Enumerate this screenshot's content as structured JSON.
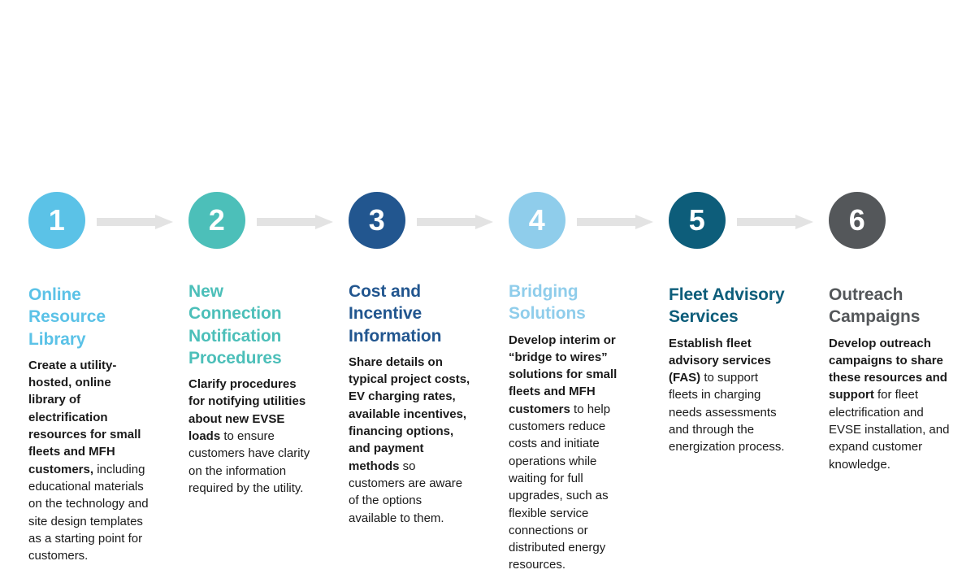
{
  "theme": {
    "background": "#ffffff",
    "body_text": "#1a1a1a",
    "arrow": "#e3e3e3"
  },
  "flow": {
    "arrow_icon": "arrow-right-icon",
    "steps": [
      {
        "number": "1",
        "color": "#5bc2e7",
        "heading": "Online Resource Library",
        "body_bold": "Create a utility-hosted, online library of electrification resources for small fleets and MFH customers,",
        "body_rest": " including educational materials on the technology and site design templates as a starting point for customers."
      },
      {
        "number": "2",
        "color": "#4cbfb9",
        "heading": "New Connection Notification Procedures",
        "body_bold": "Clarify procedures for notifying utilities about new EVSE  loads",
        "body_rest": " to ensure customers have clarity on the information required by the utility."
      },
      {
        "number": "3",
        "color": "#22568f",
        "heading": "Cost and Incentive Information",
        "body_bold": "Share details on typical project costs, EV charging rates, available incentives, financing options, and payment methods",
        "body_rest": " so customers are aware of the options available to them."
      },
      {
        "number": "4",
        "color": "#8fcdeb",
        "heading": "Bridging Solutions",
        "body_bold": "Develop interim or “bridge to wires” solutions for small fleets and MFH customers",
        "body_rest": " to help customers reduce costs and initiate operations while waiting for full upgrades, such as flexible service connections or distributed energy resources."
      },
      {
        "number": "5",
        "color": "#0d5d7a",
        "heading": "Fleet Advisory Services",
        "body_bold": "Establish fleet advisory services (FAS)",
        "body_rest": " to support fleets in charging needs assessments and through the energization process."
      },
      {
        "number": "6",
        "color": "#54575a",
        "heading": "Outreach Campaigns",
        "body_bold": "Develop outreach campaigns to share these resources and support",
        "body_rest": " for fleet electrification and EVSE installation, and expand customer knowledge."
      }
    ]
  }
}
